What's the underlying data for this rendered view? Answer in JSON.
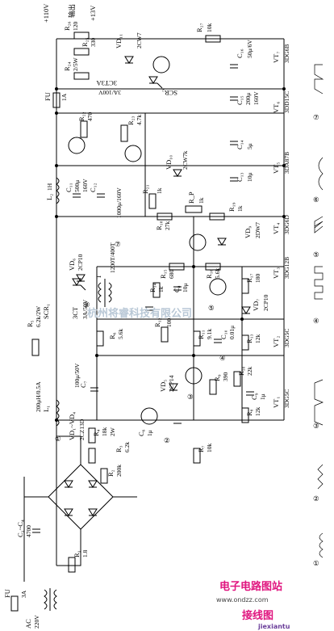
{
  "labels": {
    "in_ac": "AC",
    "in_ac_v": "220V",
    "fu_in": "FU",
    "fu_in_val": "3A",
    "c1c4": "C₁~C₄",
    "c1c4_val": "4700",
    "r1": "R₁",
    "r1_val": "1.8",
    "vd1vd4": "VD₁~VD₄",
    "vd1vd4_val": "2CZ13D",
    "r2": "R₂",
    "r2_val": "200k",
    "r3": "R₃",
    "r3_val": "6.2k",
    "c6": "C₆",
    "c6_val": "1μ",
    "r4": "R₄",
    "r4_val": "18k",
    "r4_p": "2W",
    "l1": "L₁",
    "l1_val": "200μH/0.5A",
    "c7": "C₇",
    "c7_val": "100μ/50V",
    "r5": "R₅",
    "r5_val": "6.2k/2W",
    "scr1": "SCR₁",
    "sct3": "3CT",
    "sct3_val": "3A/50V",
    "vd6": "VD₆",
    "vd6_val": "2CP10",
    "t1": "T",
    "t1_val": "1200T/400T",
    "vd5": "VD₅",
    "vd5_val": "2CP14",
    "r6": "R₆",
    "r6_val": "5.6k",
    "r7": "R₇",
    "r7_val": "10k",
    "c8": "C₈",
    "c8_val": "10μ",
    "r8": "R₈",
    "r8_val": "12k",
    "c9": "C₉",
    "c9_val": "1μ",
    "vt1": "VT₁",
    "vt1_t": "3DG5C",
    "vt2": "VT₂",
    "vt2_t": "3DG5C",
    "vt3": "VT₃",
    "vt3_t": "3DG12B",
    "vt4": "VT₄",
    "vt4_t": "3DG6D",
    "vt5": "VT₅",
    "vt5_t": "3DA87B",
    "vt6": "VT₆",
    "vt6_t": "3DD15C",
    "vt7": "VT₇",
    "vt7_t": "3DG6B",
    "r9": "R₉",
    "r9_val": "390",
    "r10": "R₁₀",
    "r10_val": "22k",
    "r11": "R₁₁",
    "r11_val": "9.1k",
    "r12": "R₁₂",
    "r12_val": "100",
    "r13": "R₁₃",
    "r13_val": "12k",
    "r14": "R₁₄",
    "r14_val": "1k",
    "c10": "C₁₀",
    "c10_val": "0.01μ",
    "vd7": "VD₇",
    "vd7_val": "2CP10",
    "r15": "R₁₅",
    "r15_val": "680",
    "r16": "R₁₆",
    "r16_val": "5.6k",
    "r17": "R₁₇",
    "r17_val": "180",
    "vd9": "VD₉",
    "vd9_val": "2DW7",
    "r18": "R₁₈",
    "r18_val": "27k",
    "rp": "R_P",
    "rp_val": "1k",
    "r19": "R₁₉",
    "r19_val": "1k",
    "l2": "L₂",
    "l2_val": "1H",
    "c11": "C₁₁",
    "c11_val": "500μ",
    "c11_v": "160V",
    "c12": "C₁₂",
    "c12_val": "1000μ/160V",
    "r21": "R₂₁",
    "r21_val": "1k",
    "vd10": "VD₁₀",
    "vd10_val": "2CW7k",
    "r22": "R₂₂",
    "r22_val": "470",
    "r23": "R₂₃",
    "r23_val": "4.7k",
    "c13": "C₁₃",
    "c13_val": "10μ",
    "c14": "C₁₄",
    "c14_val": "5μ",
    "fu2": "FU",
    "fu2_val": "1A",
    "c15": "C₁₅",
    "c15_val": "200μ",
    "c15_v": "160V",
    "scr2": "SCR₂",
    "scr2_val": "3A/100V",
    "sct3a": "3CT3A",
    "r24": "R₂₄",
    "r24_val": "2/5W",
    "r25": "R₂₅",
    "r25_val": "330",
    "r26": "R₂₆",
    "r26_val": "120",
    "vd11": "VD₁₁",
    "vd11_val": "2CW7",
    "r27": "R₂₇",
    "r27_val": "10k",
    "c16": "C₁₆",
    "c16_val": "50μ/6V",
    "v110": "+110V",
    "v13": "+13V",
    "out": "输出",
    "n1": "①",
    "n2": "②",
    "n3": "③",
    "n4": "④",
    "n5": "⑤",
    "n6": "⑥",
    "n7": "⑦",
    "n8": "⑧"
  },
  "watermark": "杭州将睿科技有限公司",
  "brand": {
    "site_cn": "电子电路图站",
    "site_url": "www.ondzz.com",
    "logo": "接线图",
    "logo_url": "jiexiantu"
  }
}
